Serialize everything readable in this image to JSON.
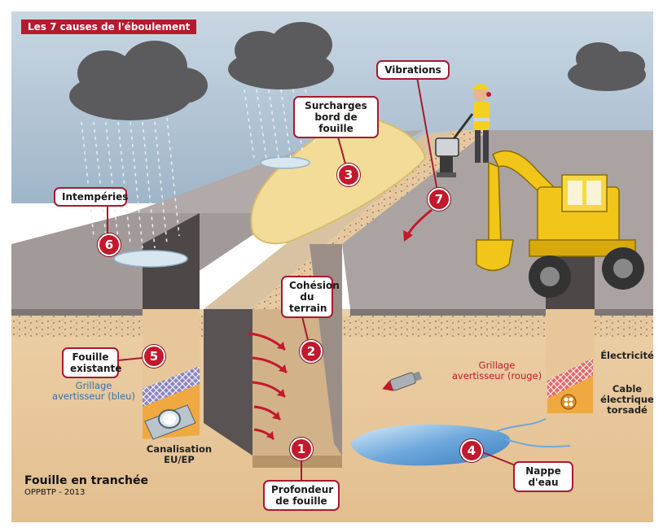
{
  "title": "Les 7 causes de l'éboulement",
  "caption": {
    "main": "Fouille en tranchée",
    "sub": "OPPBTP - 2013"
  },
  "causes": [
    {
      "number": "1",
      "label": "Profondeur\nde fouille"
    },
    {
      "number": "2",
      "label": "Cohésion\ndu\nterrain"
    },
    {
      "number": "3",
      "label": "Surcharges\nbord de fouille"
    },
    {
      "number": "4",
      "label": "Nappe\nd'eau"
    },
    {
      "number": "5",
      "label": "Fouille\nexistante"
    },
    {
      "number": "6",
      "label": "Intempéries"
    },
    {
      "number": "7",
      "label": "Vibrations"
    }
  ],
  "annotations": {
    "grillage_bleu": "Grillage\navertisseur (bleu)",
    "canalisation": "Canalisation\nEU/EP",
    "grillage_rouge": "Grillage\navertisseur (rouge)",
    "electricite": "Électricité",
    "cable": "Cable\nélectrique\ntorsadé"
  },
  "colors": {
    "accent_red": "#c4182c",
    "sky": "#aec3d6",
    "ground": "#e8c79a",
    "road": "#9e9696",
    "water": "#7fb2de",
    "machine_yellow": "#f2c618"
  },
  "icons": [
    "cloud-icon",
    "rain-icon",
    "sand-pile-icon",
    "worker-icon",
    "compactor-icon",
    "excavator-icon",
    "pipe-icon",
    "cable-icon",
    "shell-icon",
    "arrow-icon"
  ]
}
